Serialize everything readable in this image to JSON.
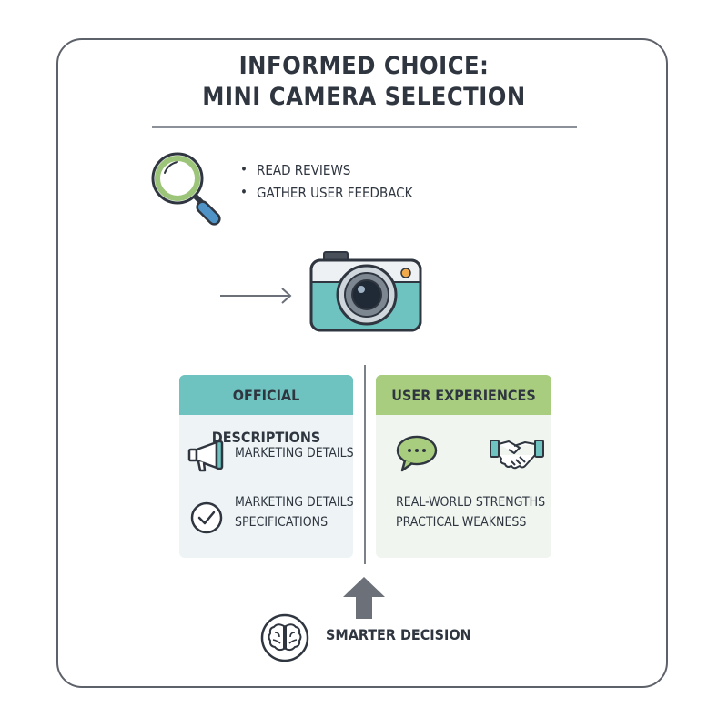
{
  "title": {
    "line1": "INFORMED CHOICE:",
    "line2": "MINI CAMERA SELECTION"
  },
  "research": {
    "icon": "magnifier-icon",
    "bullets": [
      "READ REVIEWS",
      "GATHER USER FEEDBACK"
    ]
  },
  "camera": {
    "icon": "camera-icon"
  },
  "official": {
    "header": "OFFICIAL DESCRIPTIONS",
    "item1": "MARKETING DETAILS",
    "item2_line1": "MARKETING DETAILS",
    "item2_line2": "SPECIFICATIONS"
  },
  "user": {
    "header": "USER EXPERIENCES",
    "line1": "REAL-WORLD STRENGTHS",
    "line2": "PRACTICAL WEAKNESS"
  },
  "decision": {
    "label": "SMARTER DECISION",
    "icon": "brain-icon"
  },
  "colors": {
    "teal": "#6ec3c0",
    "green": "#a8cd7e",
    "outline": "#2f3640",
    "frame": "#5d6169"
  }
}
